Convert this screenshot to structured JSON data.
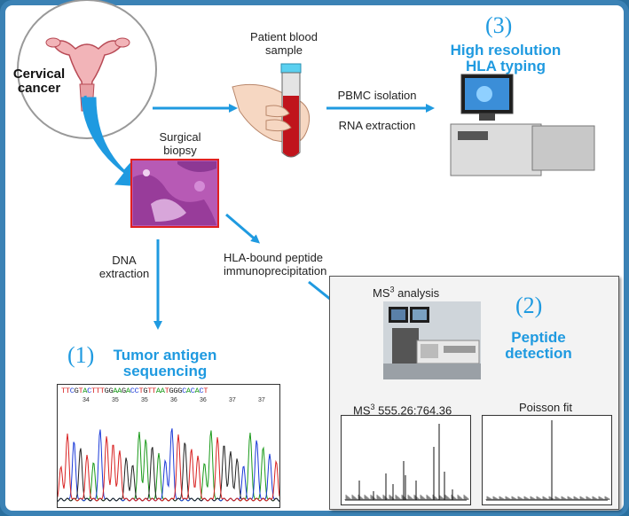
{
  "labels": {
    "cervical_cancer": "Cervical cancer",
    "patient_blood": "Patient blood sample",
    "pbmc": "PBMC isolation",
    "rna": "RNA extraction",
    "surgical_biopsy": "Surgical biopsy",
    "dna_extraction": "DNA extraction",
    "hla_bound": "HLA-bound peptide immunoprecipitation",
    "ms3_analysis": "MS3 analysis",
    "ms3_spectrum": "MS3 555.26:764.36",
    "poisson_fit": "Poisson fit"
  },
  "steps": {
    "step1_num": "(1)",
    "step1_line1": "Tumor antigen",
    "step1_line2": "sequencing",
    "step2_num": "(2)",
    "step2_line1": "Peptide",
    "step2_line2": "detection",
    "step3_num": "(3)",
    "step3_line1": "High resolution",
    "step3_line2": "HLA typing"
  },
  "sequence": {
    "bases": "TTCGTACTTTGGAAGACCTGTTAATGGGCACACT",
    "positions": [
      "34",
      "35",
      "35",
      "36",
      "36",
      "37",
      "37"
    ]
  },
  "colors": {
    "accent": "#1f9ae0",
    "frame": "#3b82b5",
    "A": "#1a9a1a",
    "C": "#1a3ad8",
    "G": "#222222",
    "T": "#d82020"
  }
}
